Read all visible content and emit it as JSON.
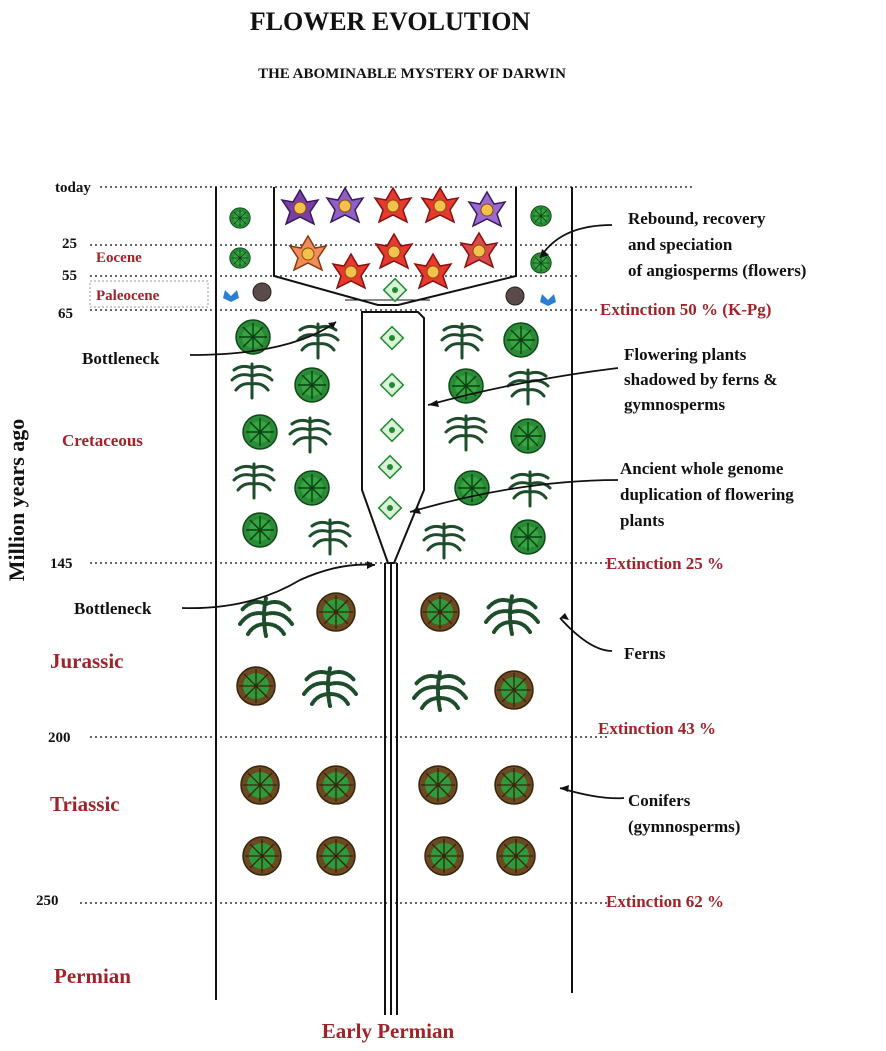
{
  "title": "FLOWER EVOLUTION",
  "subtitle": "THE ABOMINABLE MYSTERY OF DARWIN",
  "y_axis_label": "Million years ago",
  "time_marks": [
    {
      "label": "today",
      "mya": 0
    },
    {
      "label": "25",
      "mya": 25
    },
    {
      "label": "55",
      "mya": 55
    },
    {
      "label": "65",
      "mya": 65
    },
    {
      "label": "145",
      "mya": 145
    },
    {
      "label": "200",
      "mya": 200
    },
    {
      "label": "250",
      "mya": 250
    }
  ],
  "periods": {
    "eocene": "Eocene",
    "paleocene": "Paleocene",
    "cretaceous": "Cretaceous",
    "jurassic": "Jurassic",
    "triassic": "Triassic",
    "permian": "Permian",
    "early_permian": "Early Permian"
  },
  "extinctions": {
    "kpg": "Extinction  50 %  (K-Pg)",
    "e145": "Extinction 25 %",
    "e200": "Extinction  43 %",
    "e250": "Extinction 62 %"
  },
  "annotations": {
    "rebound": [
      "Rebound, recovery",
      "and speciation",
      "of angiosperms (flowers)"
    ],
    "bottleneck_top": "Bottleneck",
    "bottleneck_bottom": "Bottleneck",
    "shadowed": [
      "Flowering plants",
      "shadowed by ferns &",
      "gymnosperms"
    ],
    "genome": [
      "Ancient whole genome",
      "duplication of flowering",
      "plants"
    ],
    "ferns": "Ferns",
    "conifers": [
      "Conifers",
      "(gymnosperms)"
    ]
  },
  "colors": {
    "period_red": "#a0232a",
    "conifer_green": "#1f8a2e",
    "fern_green": "#1e4d2b",
    "jurassic_conifer": "#5a3a1a"
  }
}
